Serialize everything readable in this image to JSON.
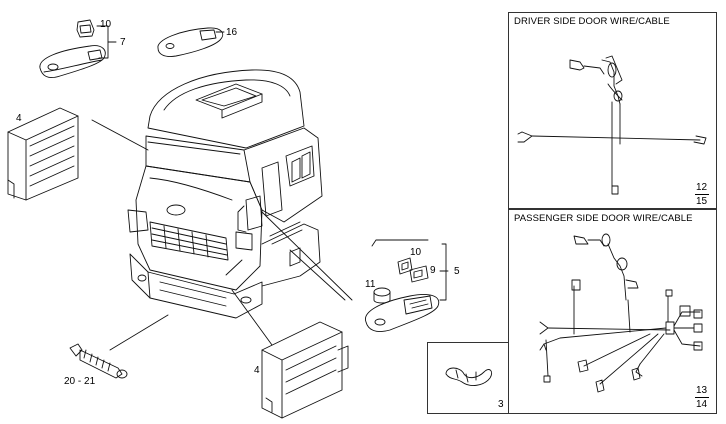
{
  "diagram": {
    "callouts": {
      "c10_top": "10",
      "c7": "7",
      "c16": "16",
      "c4_left": "4",
      "c10_right": "10",
      "c9": "9",
      "c5": "5",
      "c11": "11",
      "c20_21": "20 - 21",
      "c4_bottom": "4",
      "c3": "3"
    },
    "driver_panel": {
      "title": "DRIVER SIDE DOOR WIRE/CABLE",
      "page_num": "12",
      "page_den": "15"
    },
    "passenger_panel": {
      "title": "PASSENGER  SIDE DOOR WIRE/CABLE",
      "page_num": "13",
      "page_den": "14"
    }
  }
}
